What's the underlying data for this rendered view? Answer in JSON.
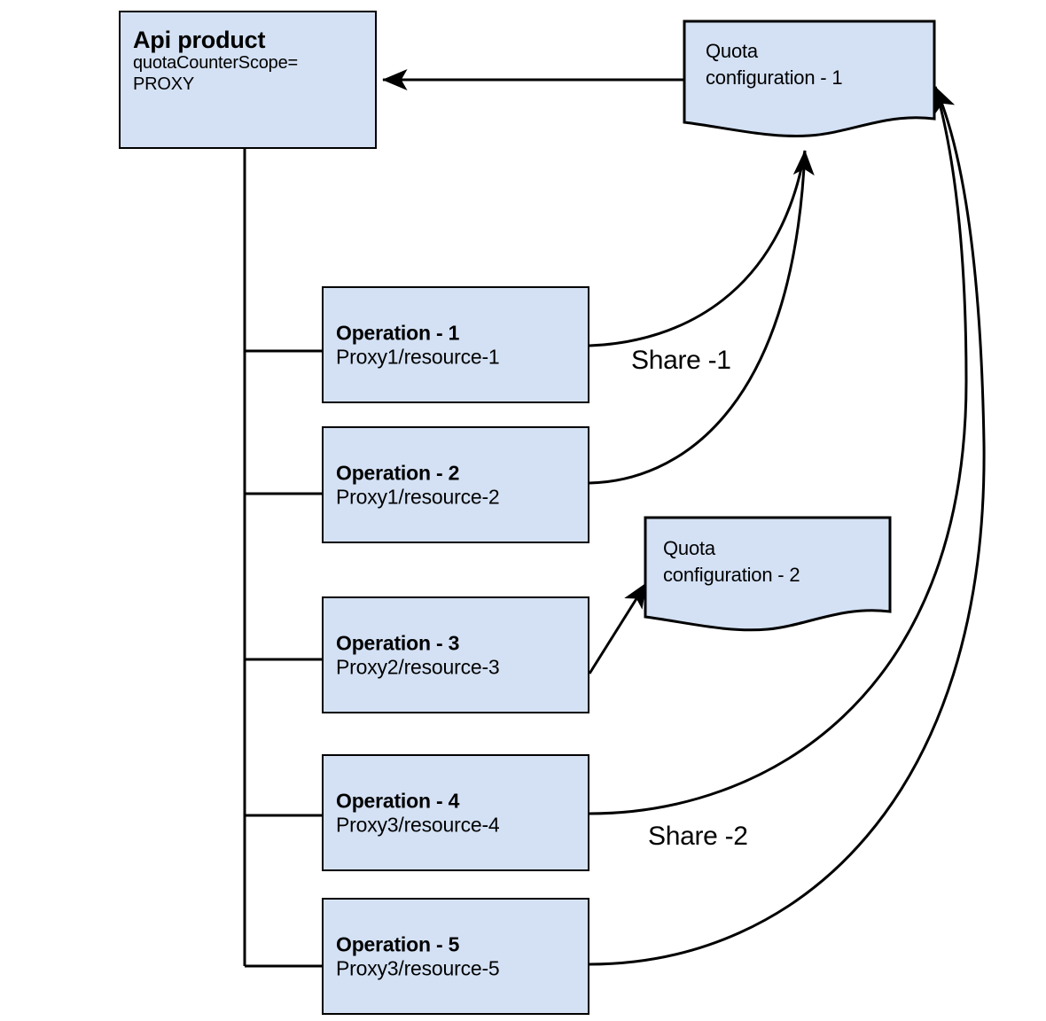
{
  "diagram": {
    "title": "Apigee API product quota counter scope diagram",
    "colors": {
      "node_fill": "#d4e1f4",
      "node_stroke": "#000000",
      "edge_stroke": "#000000",
      "background": "#ffffff"
    },
    "api_product": {
      "title": "Api product",
      "attribute_line1": "quotaCounterScope=",
      "attribute_line2": "PROXY"
    },
    "quota_configs": [
      {
        "line1": "Quota",
        "line2": "configuration - 1"
      },
      {
        "line1": "Quota",
        "line2": "configuration - 2"
      }
    ],
    "operations": [
      {
        "title": "Operation - 1",
        "path": "Proxy1/resource-1"
      },
      {
        "title": "Operation - 2",
        "path": "Proxy1/resource-2"
      },
      {
        "title": "Operation - 3",
        "path": "Proxy2/resource-3"
      },
      {
        "title": "Operation - 4",
        "path": "Proxy3/resource-4"
      },
      {
        "title": "Operation - 5",
        "path": "Proxy3/resource-5"
      }
    ],
    "edge_labels": [
      {
        "text": "Share -1"
      },
      {
        "text": "Share -2"
      }
    ]
  }
}
